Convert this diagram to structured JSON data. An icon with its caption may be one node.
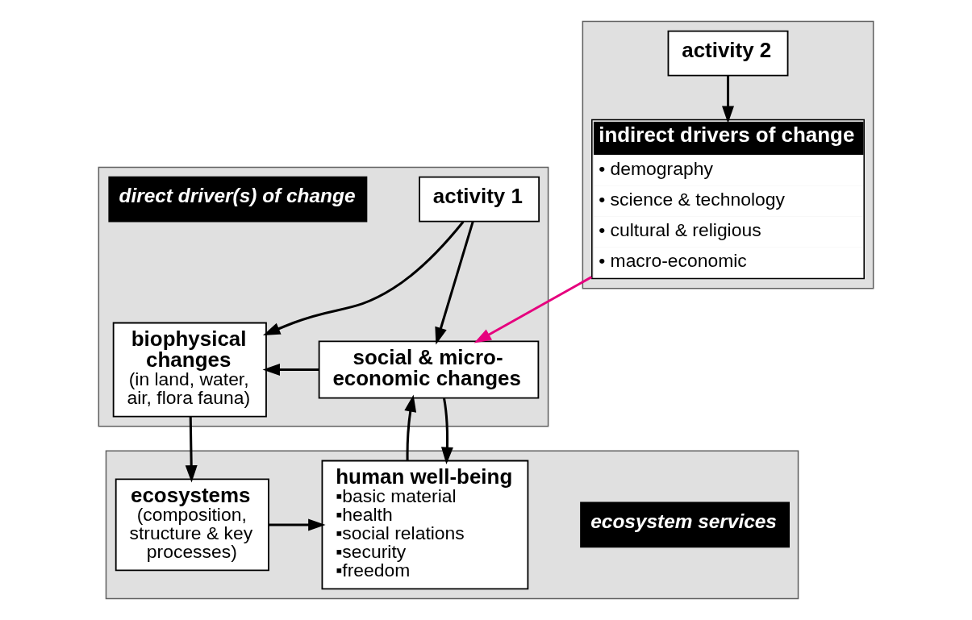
{
  "diagram": {
    "nodes": [
      {
        "text": [],
        "shape": "box"
      },
      {
        "text": [
          "activity 1"
        ],
        "in": 0
      },
      {
        "text": [
          "biophysical changes",
          "(in land, water, air, flora fauna)"
        ],
        "in": 0
      },
      {
        "text": [
          "social & micro-economic changes"
        ],
        "in": 0
      },
      {
        "text": [
          "direct driver(s) of change"
        ],
        "in": 0
      },
      {
        "text": [],
        "shape": "box"
      },
      {
        "text": [
          "activity 2"
        ],
        "in": 5
      },
      {
        "text": [
          "indirect drivers of change",
          "• demography",
          "• science & technology",
          "• cultural & religious",
          "• macro-economic"
        ],
        "in": 5
      },
      {
        "text": [],
        "shape": "box"
      },
      {
        "text": [
          "ecosystem services"
        ],
        "in": 8
      },
      {
        "text": [
          "ecosystems",
          "(composition, structure & key processes)"
        ],
        "in": 8
      },
      {
        "text": [
          "human well-being",
          "▪basic material",
          "▪health",
          "▪social relations",
          "▪security",
          "▪freedom"
        ],
        "in": 8
      }
    ],
    "edges": [
      {
        "from": 1,
        "to": 2,
        "arrow": "to"
      },
      {
        "from": 1,
        "to": 3,
        "arrow": "to"
      },
      {
        "from": 3,
        "to": 2,
        "arrow": "to"
      },
      {
        "from": 6,
        "to": 7,
        "arrow": "to"
      },
      {
        "from": 7,
        "to": 3,
        "arrow": "to",
        "color": "#e6007e"
      },
      {
        "from": 2,
        "to": 10,
        "arrow": "to"
      },
      {
        "from": 3,
        "to": 11,
        "arrow": "to"
      },
      {
        "from": 11,
        "to": 3,
        "arrow": "to"
      },
      {
        "from": 10,
        "to": 11,
        "arrow": "to"
      }
    ]
  }
}
